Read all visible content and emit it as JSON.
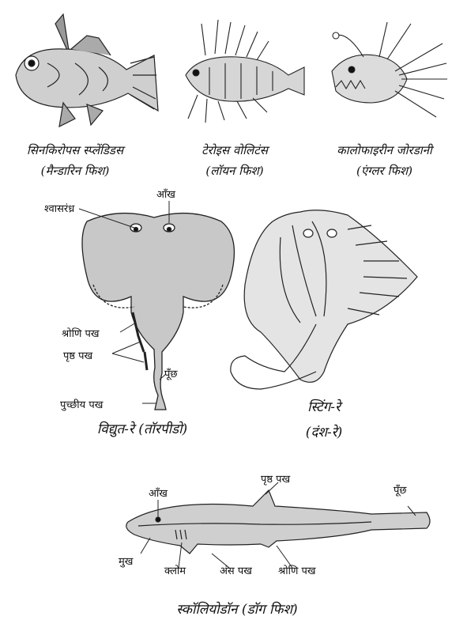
{
  "panels": {
    "fish1": {
      "name": "सिनकिरोपस स्प्लेंडिडस",
      "common": "(मैन्डारिन फिश)"
    },
    "fish2": {
      "name": "टेरोइस वोलिटंस",
      "common": "(लॉयन फिश)"
    },
    "fish3": {
      "name": "कालोफाइरीन जोरडानी",
      "common": "(एंग्लर फिश)"
    },
    "torpedo": {
      "caption": "विद्युत-रे (तॉरपीडो)",
      "labels": {
        "spiracle": "श्वासरंध्र",
        "eye": "आँख",
        "pelvic_fin": "श्रोणि पख",
        "dorsal_fin": "पृष्ठ पख",
        "tail": "पूँछ",
        "caudal_fin": "पुच्छीय पख"
      }
    },
    "stingray": {
      "name": "स्टिंग-रे",
      "common": "(दंश-रे)"
    },
    "dogfish": {
      "caption": "स्कॉलियोडॉन (डॉग फिश)",
      "labels": {
        "dorsal_fin": "पृष्ठ पख",
        "tail": "पूँछ",
        "eye": "आँख",
        "mouth": "मुख",
        "gills": "क्लोम",
        "pectoral_fin": "अंस पख",
        "pelvic_fin": "श्रोणि पख"
      }
    }
  }
}
